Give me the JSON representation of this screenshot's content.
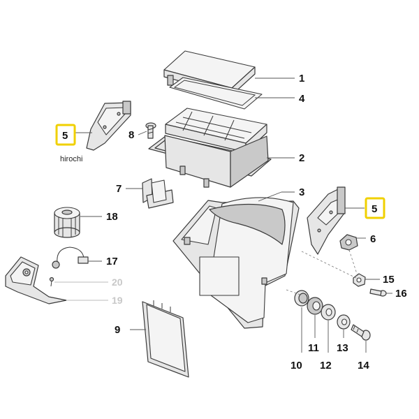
{
  "callouts": {
    "c1": "1",
    "c2": "2",
    "c3": "3",
    "c4": "4",
    "c5a": "5",
    "c5b": "5",
    "c6": "6",
    "c7": "7",
    "c8": "8",
    "c9": "9",
    "c10": "10",
    "c11": "11",
    "c12": "12",
    "c13": "13",
    "c14": "14",
    "c15": "15",
    "c16": "16",
    "c17": "17",
    "c18": "18",
    "c19": "19",
    "c20": "20"
  },
  "watermark": "hirochi",
  "colors": {
    "highlight": "#f0d000",
    "faded_label": "#c8c8c8"
  }
}
